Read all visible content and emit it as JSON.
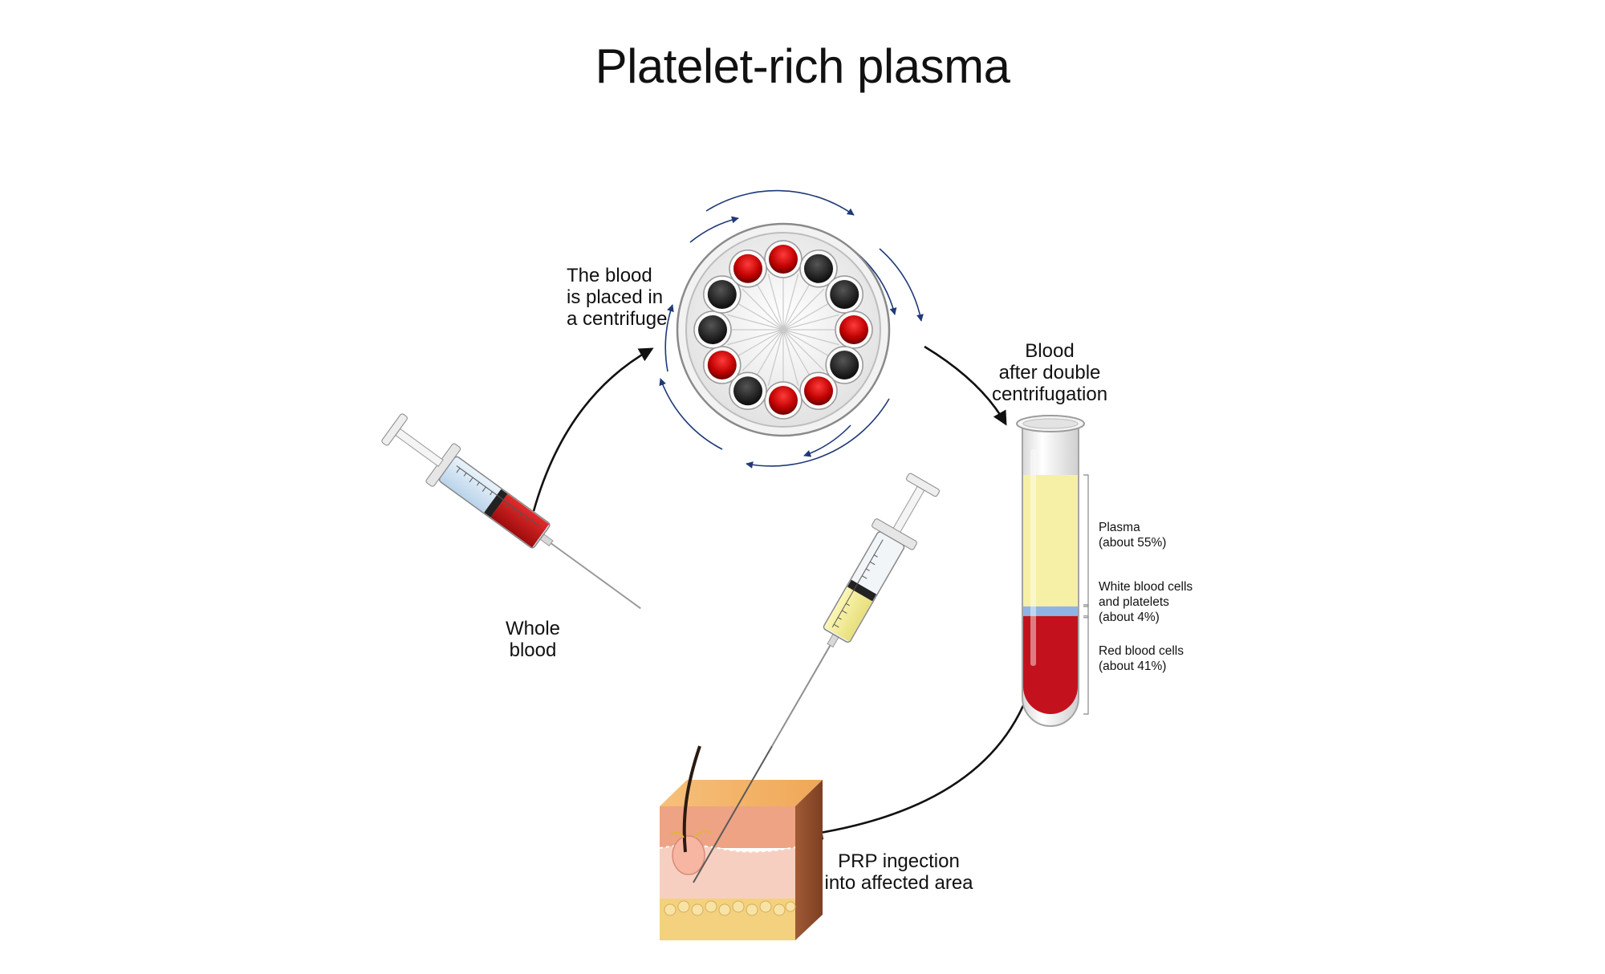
{
  "title": "Platelet-rich plasma",
  "steps": [
    {
      "label": "Whole\nblood"
    },
    {
      "label": "The blood\nis placed in\na centrifuge"
    },
    {
      "label": "Blood\nafter double\ncentrifugation"
    },
    {
      "label": "PRP ingection\ninto affected area"
    }
  ],
  "layers": [
    {
      "label": "Plasma\n(about 55%)",
      "fraction": 0.55,
      "color": "#f6f0a6"
    },
    {
      "label": "White blood cells\nand platelets\n(about 4%)",
      "fraction": 0.04,
      "color": "#8fb4e4"
    },
    {
      "label": "Red blood cells\n(about 41%)",
      "fraction": 0.41,
      "color": "#c3121d"
    }
  ],
  "colors": {
    "blood_red": "#c3121d",
    "plasma_yellow": "#f6f0a6",
    "rotation_arrow": "#1f3a78",
    "flow_arrow": "#111111"
  },
  "icons": [
    "syringe-icon",
    "centrifuge-icon",
    "test-tube-icon",
    "skin-cross-section-icon",
    "hair-follicle-icon"
  ]
}
